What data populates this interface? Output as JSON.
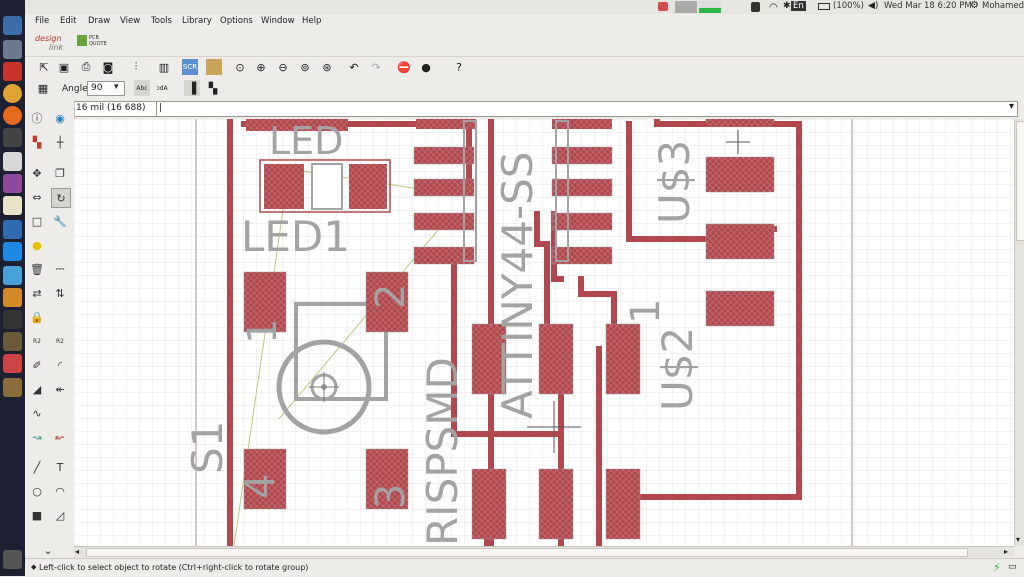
{
  "panel": {
    "battery": "(100%)",
    "datetime": "Wed Mar 18  6:20 PM",
    "user": "Mohamed",
    "keyboard": "En"
  },
  "menu": [
    "File",
    "Edit",
    "Draw",
    "View",
    "Tools",
    "Library",
    "Options",
    "Window",
    "Help"
  ],
  "logos": {
    "design": "design",
    "link": "link",
    "pcb": "PCB",
    "quote": "QUOTE"
  },
  "toolbar2": {
    "angle_label": "Angle:",
    "angle_value": "90",
    "abc_label": "Abc",
    "abc_mirror_label": "ɔdA"
  },
  "toolbar3": {
    "width_value": "16 mil (16 688)",
    "command_value": "|"
  },
  "canvas_text": {
    "led_top": "LED",
    "led1": "LED1",
    "s1": "S1",
    "risp": "RISPSMD",
    "attiny": "ATTINY44-SS",
    "us3": "U$3",
    "us2": "U$2",
    "sw1": "1",
    "sw2": "2",
    "sw3": "3",
    "sw4": "4",
    "one": "1"
  },
  "status": {
    "message": "Left-click to select object to rotate (Ctrl+right-click to rotate group)"
  },
  "colors": {
    "copper": "#b0484d",
    "pad": "#b0484d",
    "silk": "#a3a3a3",
    "airwire": "#c2c77a",
    "grid": "#e6e6e6"
  }
}
